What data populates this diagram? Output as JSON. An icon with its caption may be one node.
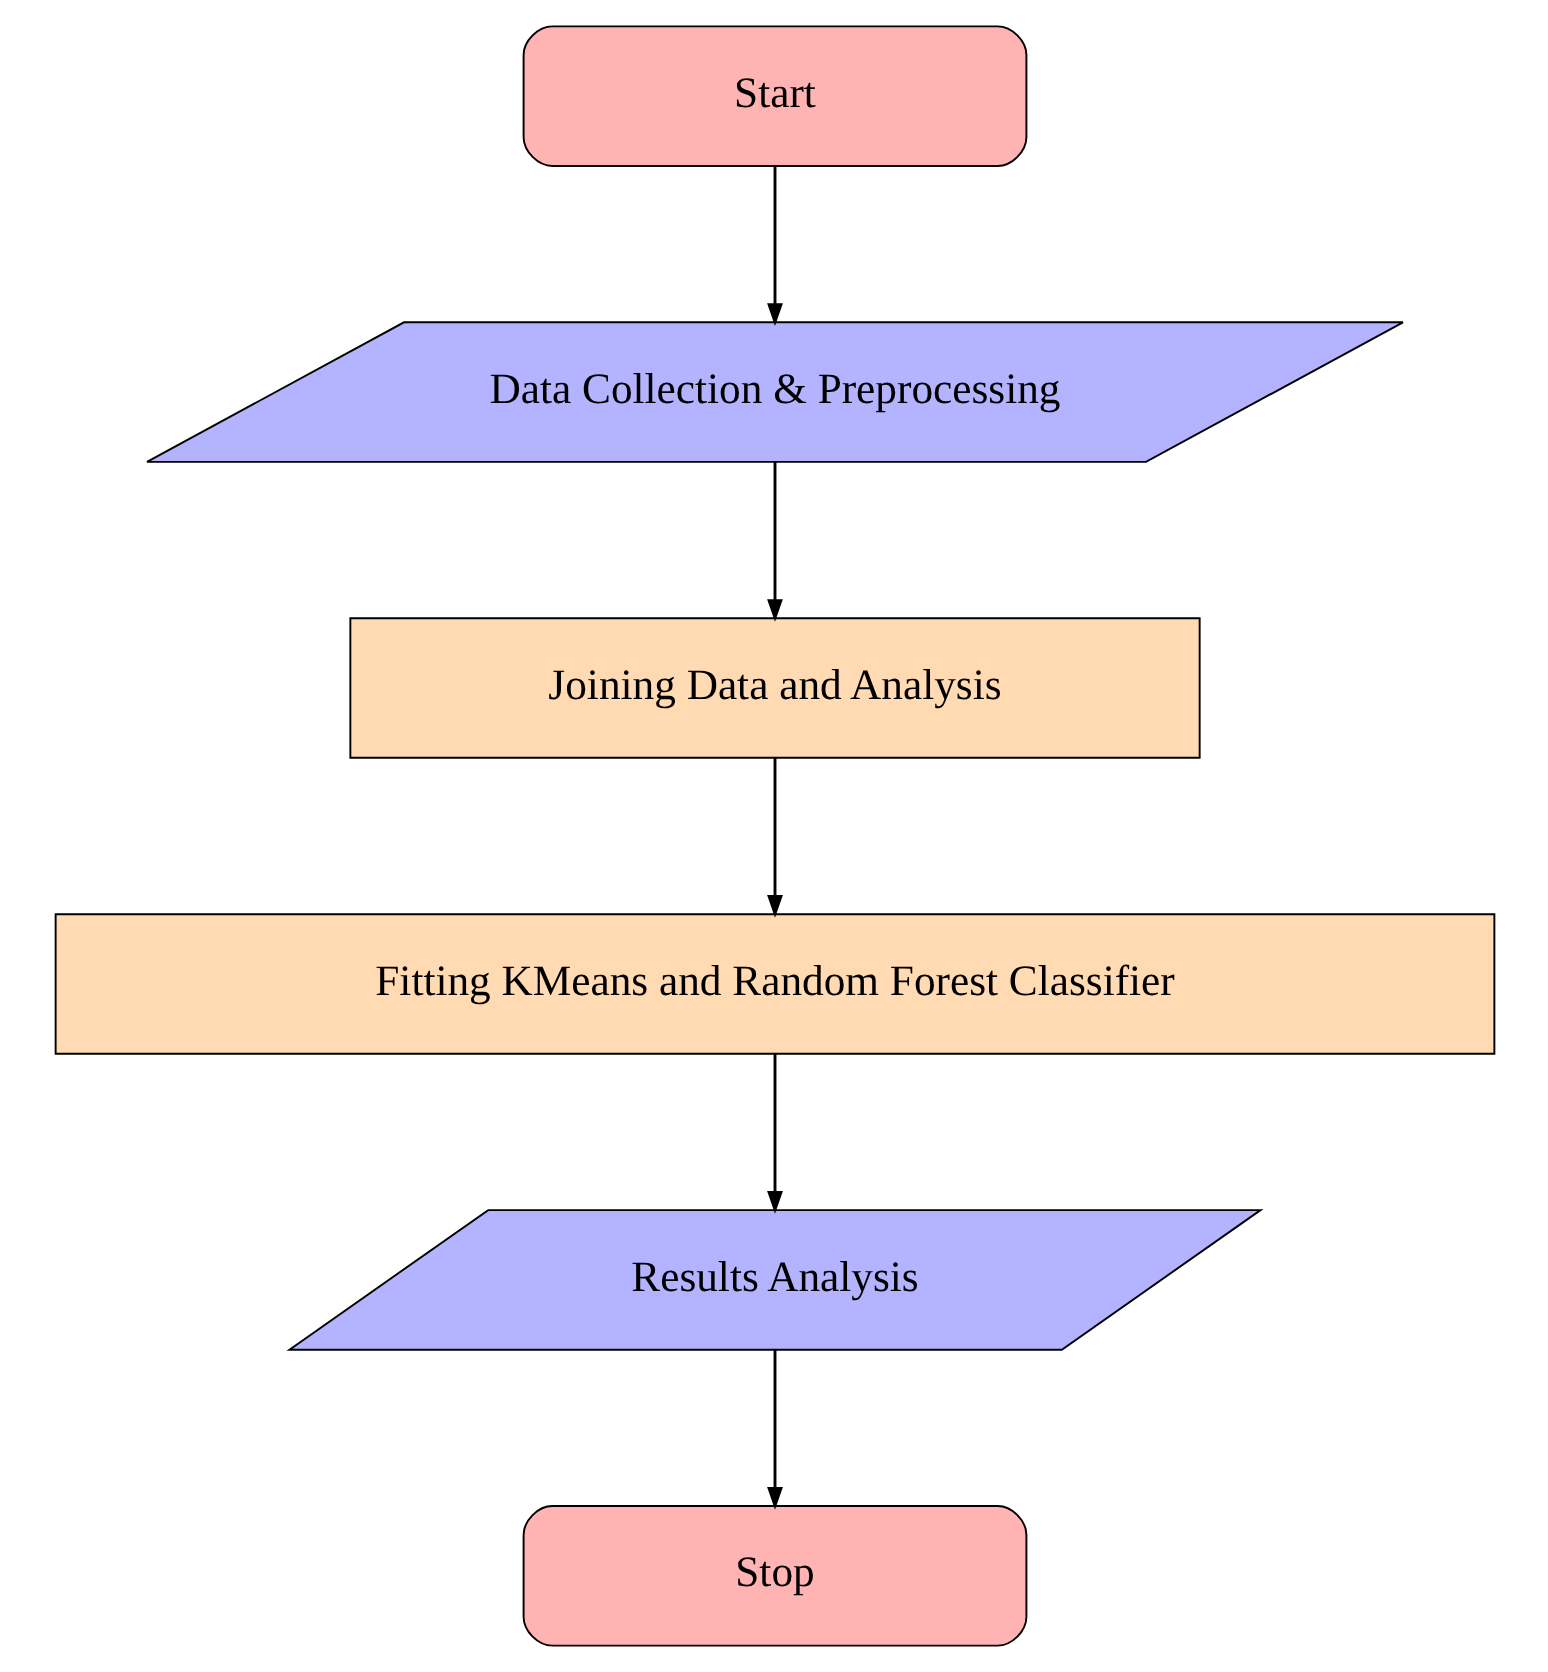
{
  "diagram": {
    "nodes": [
      {
        "text": [
          "Start"
        ]
      },
      {
        "text": [
          "Data Collection & Preprocessing"
        ]
      },
      {
        "text": [
          "Joining Data and Analysis"
        ]
      },
      {
        "text": [
          "Fitting KMeans and Random Forest Classifier"
        ]
      },
      {
        "text": [
          "Results Analysis"
        ]
      },
      {
        "text": [
          "Stop"
        ]
      }
    ],
    "edges": [
      {
        "from": 0,
        "to": 1,
        "arrow": "to"
      },
      {
        "from": 1,
        "to": 2,
        "arrow": "to"
      },
      {
        "from": 2,
        "to": 3,
        "arrow": "to"
      },
      {
        "from": 3,
        "to": 4,
        "arrow": "to"
      },
      {
        "from": 4,
        "to": 5,
        "arrow": "to"
      }
    ]
  }
}
